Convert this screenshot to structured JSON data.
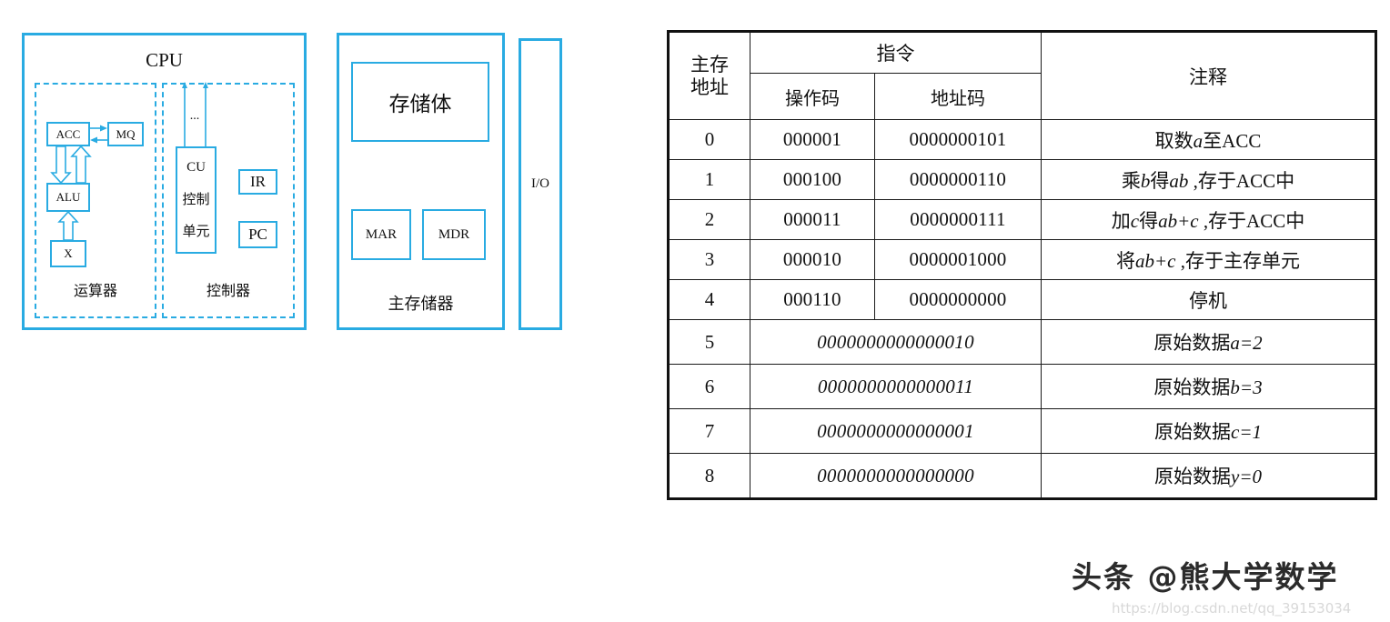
{
  "diagram": {
    "cpu": {
      "title": "CPU",
      "alu_group_label": "运算器",
      "ctrl_group_label": "控制器",
      "boxes": {
        "acc": "ACC",
        "mq": "MQ",
        "alu": "ALU",
        "x": "X",
        "cu_line1": "CU",
        "cu_line2": "控制",
        "cu_line3": "单元",
        "ir": "IR",
        "pc": "PC"
      },
      "ellipsis": "..."
    },
    "memory": {
      "storage_body": "存储体",
      "mar": "MAR",
      "mdr": "MDR",
      "label": "主存储器"
    },
    "io": {
      "label": "I/O"
    },
    "colors": {
      "outline_cyan": "#29abe2",
      "text_black": "#111111"
    }
  },
  "table": {
    "headers": {
      "address_line1": "主存",
      "address_line2": "地址",
      "instruction": "指令",
      "opcode": "操作码",
      "address_code": "地址码",
      "note": "注释"
    },
    "colors": {
      "opcode": "#e00014",
      "address_code": "#bf9000",
      "data": "#111111",
      "border": "#111111"
    },
    "instruction_rows": [
      {
        "address": "0",
        "opcode": "000001",
        "address_code": "0000000101",
        "note_pre": "取数",
        "note_ital": "a",
        "note_post": "至ACC"
      },
      {
        "address": "1",
        "opcode": "000100",
        "address_code": "0000000110",
        "note_pre": "乘",
        "note_ital": "b",
        "note_mid": "得",
        "note_ital2": "ab",
        "note_post": " ,存于ACC中"
      },
      {
        "address": "2",
        "opcode": "000011",
        "address_code": "0000000111",
        "note_pre": "加",
        "note_ital": "c",
        "note_mid": "得",
        "note_ital2": "ab+c",
        "note_post": " ,存于ACC中"
      },
      {
        "address": "3",
        "opcode": "000010",
        "address_code": "0000001000",
        "note_pre": "将",
        "note_ital": "",
        "note_mid": "",
        "note_ital2": "ab+c",
        "note_post": " ,存于主存单元"
      },
      {
        "address": "4",
        "opcode": "000110",
        "address_code": "0000000000",
        "note_pre": "停机",
        "note_ital": "",
        "note_mid": "",
        "note_ital2": "",
        "note_post": ""
      }
    ],
    "data_rows": [
      {
        "address": "5",
        "value": "0000000000000010",
        "note_pre": "原始数据",
        "note_ital": "a=2"
      },
      {
        "address": "6",
        "value": "0000000000000011",
        "note_pre": "原始数据",
        "note_ital": "b=3"
      },
      {
        "address": "7",
        "value": "0000000000000001",
        "note_pre": "原始数据",
        "note_ital": "c=1"
      },
      {
        "address": "8",
        "value": "0000000000000000",
        "note_pre": "原始数据",
        "note_ital": "y=0"
      }
    ]
  },
  "watermark": {
    "text": "头条 @熊大学数学",
    "url": "https://blog.csdn.net/qq_39153034"
  }
}
